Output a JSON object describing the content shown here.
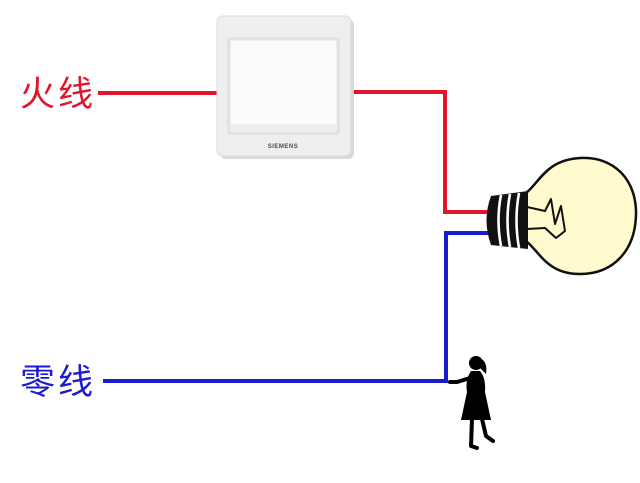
{
  "labels": {
    "live_wire": "火线",
    "neutral_wire": "零线"
  },
  "switch": {
    "brand": "SIEMENS"
  },
  "colors": {
    "live_wire": "#e2142b",
    "neutral_wire": "#1a1ad0",
    "bulb_glass": "#fffbcf",
    "switch_plate": "#efefef",
    "switch_rocker": "#fbfbfb",
    "bulb_base": "#111111",
    "person": "#000000"
  }
}
